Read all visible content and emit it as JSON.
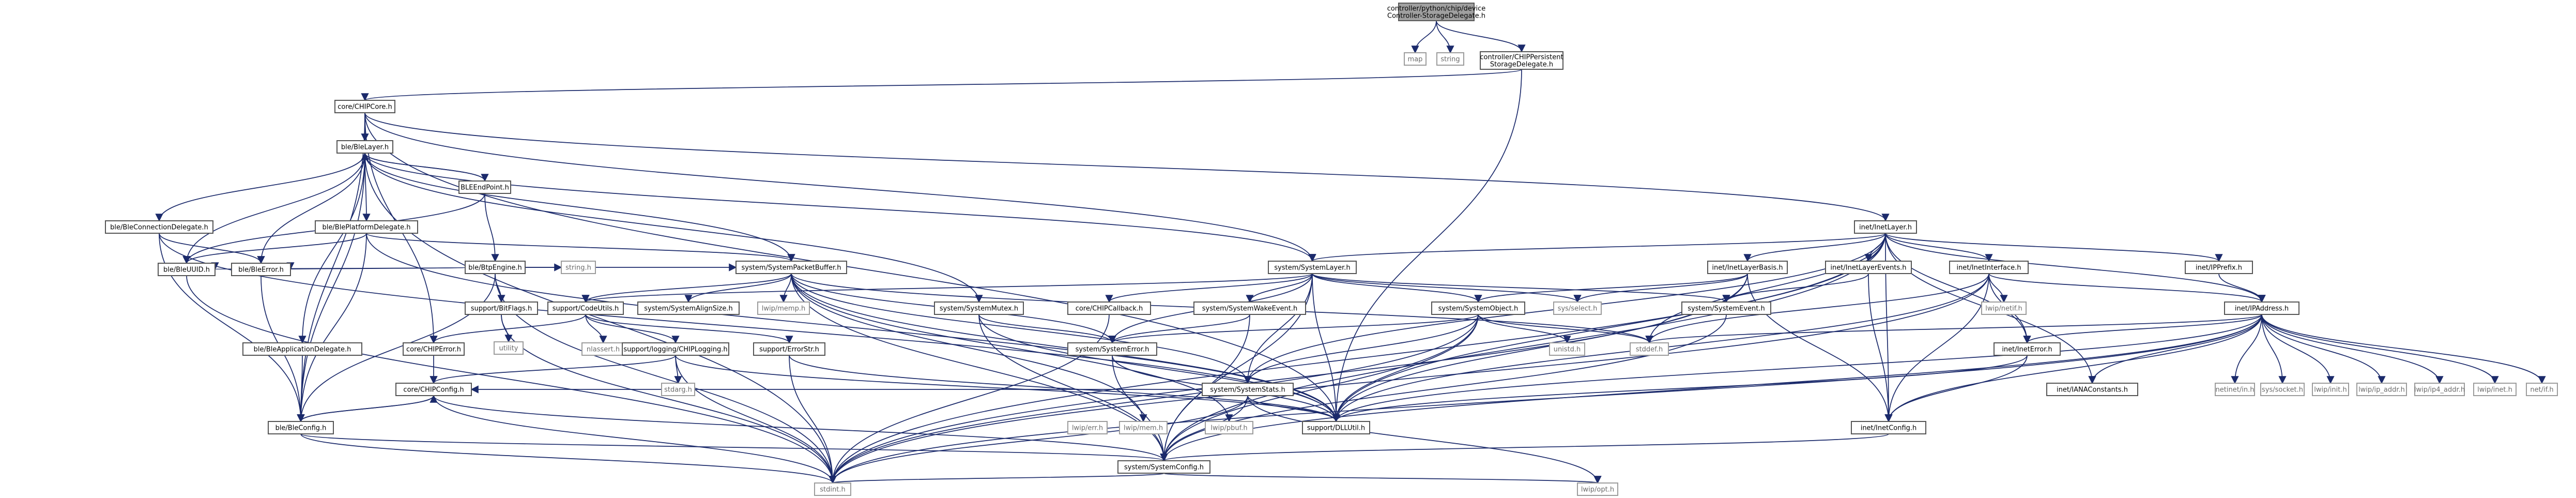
{
  "nodes": {
    "root": [
      "controller/python/chip/device",
      "Controller-StorageDelegate.h"
    ],
    "map": [
      "map"
    ],
    "string": [
      "string"
    ],
    "persist": [
      "controller/CHIPPersistent",
      "StorageDelegate.h"
    ],
    "chipcore": [
      "core/CHIPCore.h"
    ],
    "blelayer": [
      "ble/BleLayer.h"
    ],
    "bleendpoint": [
      "BLEEndPoint.h"
    ],
    "bleconn": [
      "ble/BleConnectionDelegate.h"
    ],
    "bleplatform": [
      "ble/BlePlatformDelegate.h"
    ],
    "bleuuid": [
      "ble/BleUUID.h"
    ],
    "bleerror": [
      "ble/BleError.h"
    ],
    "bleapp": [
      "ble/BleApplicationDelegate.h"
    ],
    "bleconfig": [
      "ble/BleConfig.h"
    ],
    "bleengine": [
      "ble/BtpEngine.h"
    ],
    "bitflags": [
      "support/BitFlags.h"
    ],
    "utility": [
      "utility"
    ],
    "string2": [
      "string.h"
    ],
    "pktbuf": [
      "system/SystemPacketBuffer.h"
    ],
    "codeutils": [
      "support/CodeUtils.h"
    ],
    "alignsize": [
      "system/SystemAlignSize.h"
    ],
    "lwipmemp": [
      "lwip/memp.h"
    ],
    "syslayer": [
      "system/SystemLayer.h"
    ],
    "chiperror": [
      "core/CHIPError.h"
    ],
    "nlassert": [
      "nlassert.h"
    ],
    "chiplogging": [
      "support/logging/CHIPLogging.h"
    ],
    "errorstr": [
      "support/ErrorStr.h"
    ],
    "stdarg": [
      "stdarg.h"
    ],
    "sysmutex": [
      "system/SystemMutex.h"
    ],
    "chipcallback": [
      "core/CHIPCallback.h"
    ],
    "wakeevent": [
      "system/SystemWakeEvent.h"
    ],
    "syserror": [
      "system/SystemError.h"
    ],
    "sysobject": [
      "system/SystemObject.h"
    ],
    "sysevent": [
      "system/SystemEvent.h"
    ],
    "sysstats": [
      "system/SystemStats.h"
    ],
    "unistd": [
      "unistd.h"
    ],
    "stddef": [
      "stddef.h"
    ],
    "chipconfig": [
      "core/CHIPConfig.h"
    ],
    "lwiperr": [
      "lwip/err.h"
    ],
    "lwipmem": [
      "lwip/mem.h"
    ],
    "lwippbuf": [
      "lwip/pbuf.h"
    ],
    "dlutil": [
      "support/DLLUtil.h"
    ],
    "sysconfig": [
      "system/SystemConfig.h"
    ],
    "stdint": [
      "stdint.h"
    ],
    "lwipopt": [
      "lwip/opt.h"
    ],
    "inetlayer": [
      "inet/InetLayer.h"
    ],
    "basis": [
      "inet/InetLayerBasis.h"
    ],
    "events": [
      "inet/InetLayerEvents.h"
    ],
    "iface": [
      "inet/InetInterface.h"
    ],
    "ipprefix": [
      "inet/IPPrefix.h"
    ],
    "sysselect": [
      "sys/select.h"
    ],
    "lwipnetif": [
      "lwip/netif.h"
    ],
    "ineterror": [
      "inet/InetError.h"
    ],
    "ipaddress": [
      "inet/IPAddress.h"
    ],
    "ianaconst": [
      "inet/IANAConstants.h"
    ],
    "netinetin": [
      "netinet/in.h"
    ],
    "syssocket": [
      "sys/socket.h"
    ],
    "lwipinit": [
      "lwip/init.h"
    ],
    "ipaddr": [
      "lwip/ip_addr.h"
    ],
    "ip4addr": [
      "lwip/ip4_addr.h"
    ],
    "lwipinet": [
      "lwip/inet.h"
    ],
    "netif": [
      "net/if.h"
    ],
    "inetconfig": [
      "inet/InetConfig.h"
    ]
  }
}
